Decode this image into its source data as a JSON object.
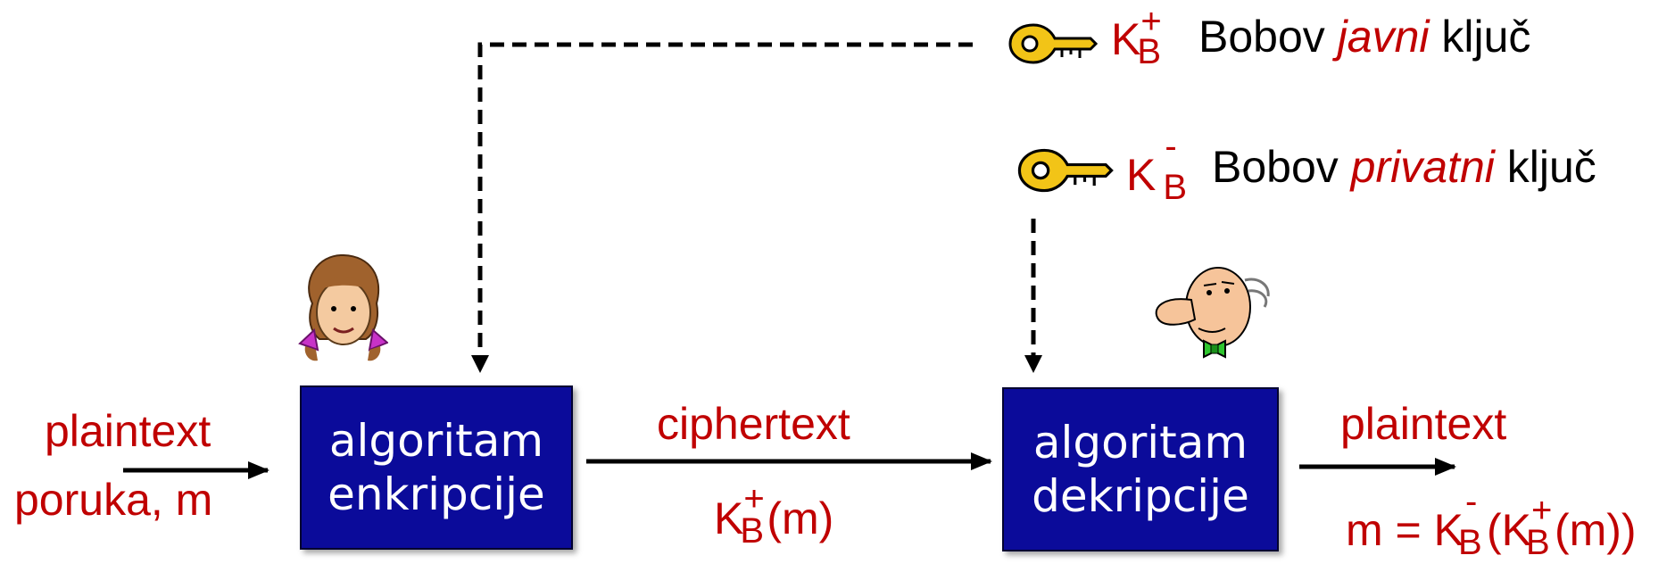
{
  "colors": {
    "accent_red": "#c00000",
    "box_blue": "#0b0b9a",
    "box_text": "#ffffff",
    "line": "#000000"
  },
  "public_key": {
    "symbol": "K",
    "sup": "+",
    "sub": "B",
    "label_pre": "Bobov ",
    "label_em": "javni",
    "label_post": " ključ",
    "icon": "key-icon"
  },
  "private_key": {
    "symbol": "K",
    "sup": "-",
    "sub": "B",
    "label_pre": "Bobov ",
    "label_em": "privatni",
    "label_post": " ključ",
    "icon": "key-icon"
  },
  "alice": {
    "icon": "alice-face-icon"
  },
  "bob": {
    "icon": "bob-face-icon"
  },
  "left": {
    "top": "plaintext",
    "bottom": "poruka, m"
  },
  "enc_box": {
    "line1": "algoritam",
    "line2": "enkripcije"
  },
  "middle": {
    "top": "ciphertext",
    "k": "K",
    "sup": "+",
    "sub": "B",
    "rest": "(m)"
  },
  "dec_box": {
    "line1": "algoritam",
    "line2": "dekripcije"
  },
  "right": {
    "top": "plaintext",
    "formula": {
      "pre": "m = K",
      "sup1": "-",
      "sub1": "B",
      "mid": "(K",
      "sup2": "+",
      "sub2": "B",
      "post": "(m))"
    }
  }
}
